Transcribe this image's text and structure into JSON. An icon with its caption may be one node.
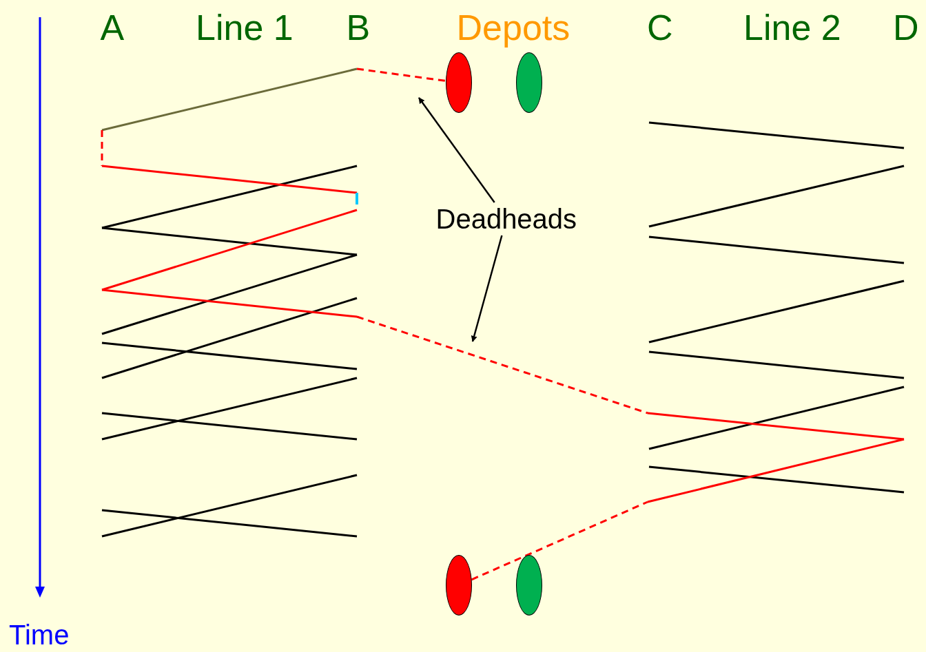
{
  "diagram": {
    "nodes": [
      {
        "text": [
          "A"
        ]
      },
      {
        "text": [
          "Line 1"
        ]
      },
      {
        "text": [
          "B"
        ]
      },
      {
        "text": [
          "Depots"
        ]
      },
      {
        "text": [
          "C"
        ]
      },
      {
        "text": [
          "Line 2"
        ]
      },
      {
        "text": [
          "D"
        ]
      },
      {
        "text": [],
        "shape": "ellipse"
      },
      {
        "text": [],
        "shape": "ellipse"
      },
      {
        "text": [],
        "shape": "ellipse"
      },
      {
        "text": [],
        "shape": "ellipse"
      },
      {
        "text": [
          "Deadheads"
        ]
      }
    ],
    "edges": [
      {
        "from": null,
        "to": 7,
        "arrow": "none",
        "style": "dashed",
        "color": "#ff0000"
      },
      {
        "from": 9,
        "to": null,
        "arrow": "none",
        "style": "dashed",
        "color": "#ff0000"
      },
      {
        "from": 11,
        "to": null,
        "arrow": "to",
        "color": "#000000"
      },
      {
        "from": 11,
        "to": null,
        "arrow": "to",
        "color": "#000000"
      }
    ],
    "labels": [
      "Time"
    ]
  }
}
